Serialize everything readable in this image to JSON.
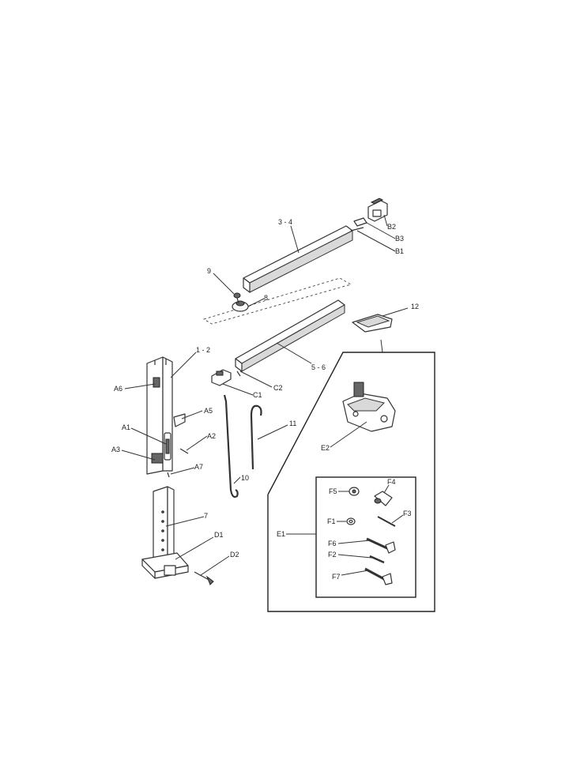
{
  "callouts": {
    "c1_2": "1 - 2",
    "c3_4": "3 - 4",
    "c5_6": "5 - 6",
    "c7": "7",
    "c8": "8",
    "c9": "9",
    "c10": "10",
    "c11": "11",
    "c12": "12",
    "A1": "A1",
    "A2": "A2",
    "A3": "A3",
    "A5": "A5",
    "A6": "A6",
    "A7": "A7",
    "B1": "B1",
    "B2": "B2",
    "B3": "B3",
    "C1": "C1",
    "C2": "C2",
    "D1": "D1",
    "D2": "D2",
    "E1": "E1",
    "E2": "E2",
    "F1": "F1",
    "F2": "F2",
    "F3": "F3",
    "F4": "F4",
    "F5": "F5",
    "F6": "F6",
    "F7": "F7"
  }
}
